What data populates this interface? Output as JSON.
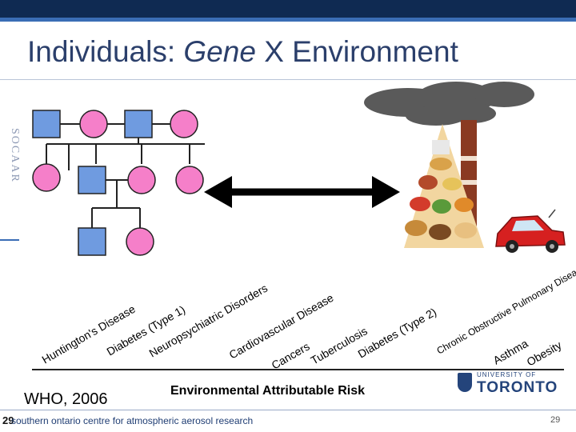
{
  "slide": {
    "title_regular": "Individuals:",
    "title_italic": "Gene",
    "title_rest": "X Environment",
    "sidebar_mark": "SOCAAR",
    "slide_number": "29",
    "slide_number_left": "29",
    "footer_text": "southern ontario centre for atmospheric aerosol research"
  },
  "citation": "WHO, 2006",
  "axis_caption": "Environmental Attributable Risk",
  "logo": {
    "university_line": "UNIVERSITY OF",
    "name": "TORONTO"
  },
  "diseases": [
    "Huntington's Disease",
    "Diabetes (Type 1)",
    "Neuropsychiatric Disorders",
    "Cardiovascular Disease",
    "Cancers",
    "Tuberculosis",
    "Diabetes (Type 2)",
    "Chronic Obstructive Pulmonary Disease",
    "Asthma",
    "Obesity"
  ],
  "colors": {
    "male_fill": "#6f9be0",
    "female_fill": "#f57fc9",
    "title_color": "#2b3f6b",
    "brand_dark": "#0f2a52",
    "car_red": "#d62020",
    "smoke": "#555555"
  },
  "icons": {
    "arrow": "double-headed-arrow-icon",
    "smokestack": "smokestack-icon",
    "food_pyramid": "food-pyramid-icon",
    "car": "car-icon"
  }
}
